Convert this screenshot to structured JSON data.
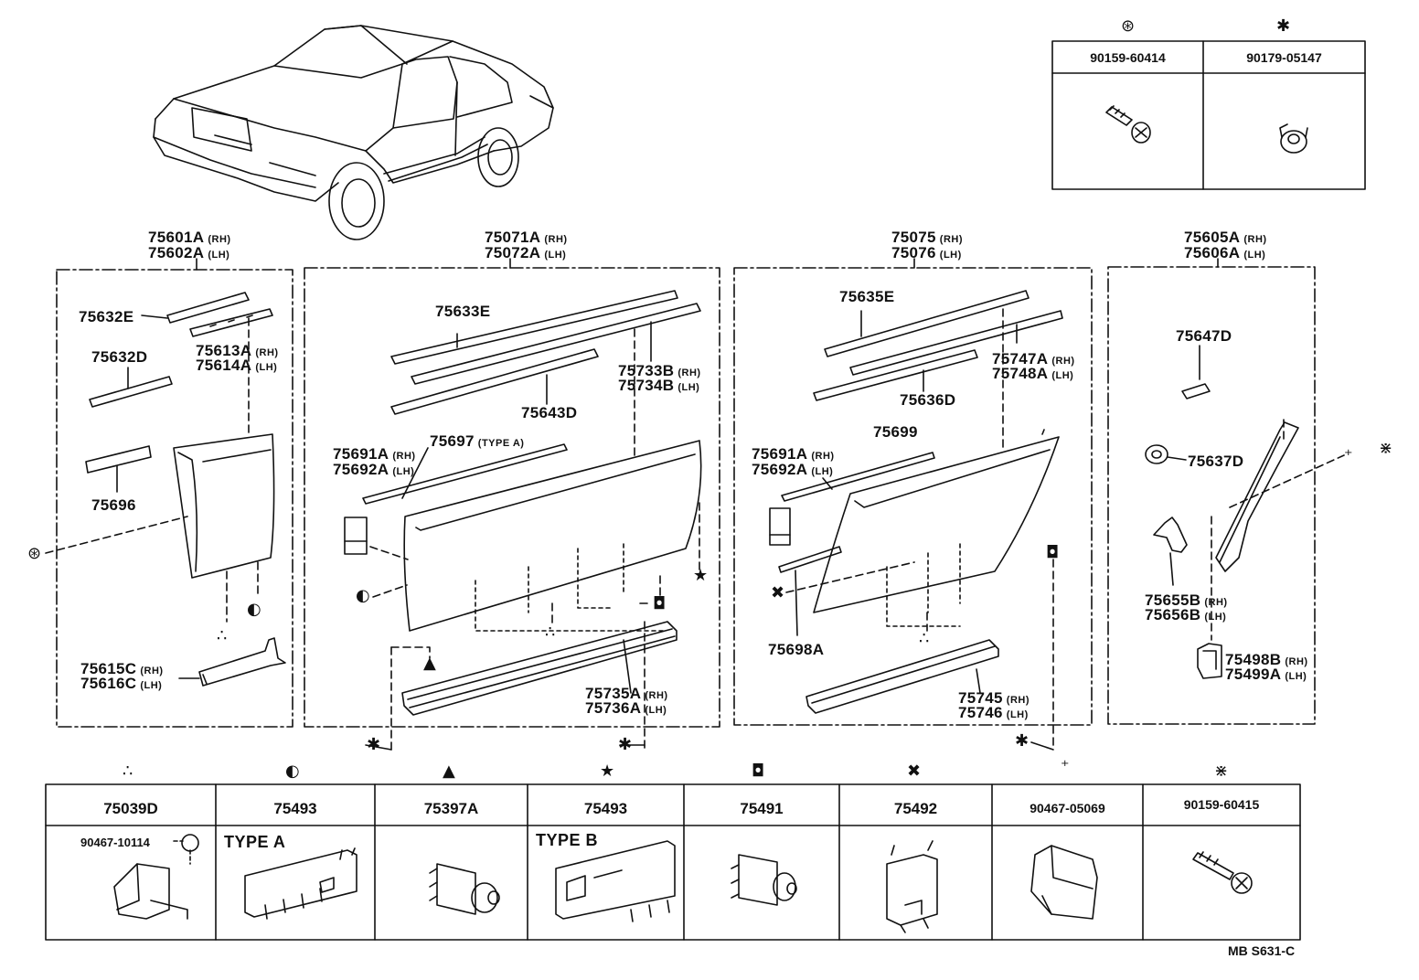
{
  "groups": {
    "g1": {
      "label_rh": "75601A",
      "sfx_rh": "(RH)",
      "label_lh": "75602A",
      "sfx_lh": "(LH)"
    },
    "g2": {
      "label_rh": "75071A",
      "sfx_rh": "(RH)",
      "label_lh": "75072A",
      "sfx_lh": "(LH)"
    },
    "g3": {
      "label_rh": "75075",
      "sfx_rh": "(RH)",
      "label_lh": "75076",
      "sfx_lh": "(LH)"
    },
    "g4": {
      "label_rh": "75605A",
      "sfx_rh": "(RH)",
      "label_lh": "75606A",
      "sfx_lh": "(LH)"
    }
  },
  "parts": {
    "p75632E": "75632E",
    "p75613A": "75613A",
    "p75613A_sfx": "(RH)",
    "p75614A": "75614A",
    "p75614A_sfx": "(LH)",
    "p75632D": "75632D",
    "p75696": "75696",
    "p75615C": "75615C",
    "p75615C_sfx": "(RH)",
    "p75616C": "75616C",
    "p75616C_sfx": "(LH)",
    "p75633E": "75633E",
    "p75733B": "75733B",
    "p75733B_sfx": "(RH)",
    "p75734B": "75734B",
    "p75734B_sfx": "(LH)",
    "p75643D": "75643D",
    "p75691A_1": "75691A",
    "p75691A_1_sfx": "(RH)",
    "p75692A_1": "75692A",
    "p75692A_1_sfx": "(LH)",
    "p75697": "75697",
    "p75697_sfx": "(TYPE A)",
    "p75735A": "75735A",
    "p75735A_sfx": "(RH)",
    "p75736A": "75736A",
    "p75736A_sfx": "(LH)",
    "p75635E": "75635E",
    "p75747A": "75747A",
    "p75747A_sfx": "(RH)",
    "p75748A": "75748A",
    "p75748A_sfx": "(LH)",
    "p75636D": "75636D",
    "p75699": "75699",
    "p75691A_2": "75691A",
    "p75691A_2_sfx": "(RH)",
    "p75692A_2": "75692A",
    "p75692A_2_sfx": "(LH)",
    "p75698A": "75698A",
    "p75745": "75745",
    "p75745_sfx": "(RH)",
    "p75746": "75746",
    "p75746_sfx": "(LH)",
    "p75647D": "75647D",
    "p75637D": "75637D",
    "p75655B": "75655B",
    "p75655B_sfx": "(RH)",
    "p75656B": "75656B",
    "p75656B_sfx": "(LH)",
    "p75498B": "75498B",
    "p75498B_sfx": "(RH)",
    "p75499A": "75499A",
    "p75499A_sfx": "(LH)"
  },
  "top_table": {
    "col1": {
      "symbol": "⊛",
      "part": "90159-60414"
    },
    "col2": {
      "symbol": "✱",
      "part": "90179-05147"
    }
  },
  "bottom_table": [
    {
      "symbol": "∴",
      "part": "75039D",
      "sub_part": "90467-10114",
      "type_label": ""
    },
    {
      "symbol": "◐",
      "part": "75493",
      "sub_part": "",
      "type_label": "TYPE A"
    },
    {
      "symbol": "▲",
      "part": "75397A",
      "sub_part": "",
      "type_label": ""
    },
    {
      "symbol": "★",
      "part": "75493",
      "sub_part": "",
      "type_label": "TYPE B"
    },
    {
      "symbol": "◘",
      "part": "75491",
      "sub_part": "",
      "type_label": ""
    },
    {
      "symbol": "✖",
      "part": "75492",
      "sub_part": "",
      "type_label": ""
    },
    {
      "symbol": "⁺",
      "part": "90467-05069",
      "sub_part": "",
      "type_label": ""
    },
    {
      "symbol": "⋇",
      "part": "90159-60415",
      "sub_part": "",
      "type_label": ""
    }
  ],
  "footer": {
    "code": "MB  S631-C"
  }
}
